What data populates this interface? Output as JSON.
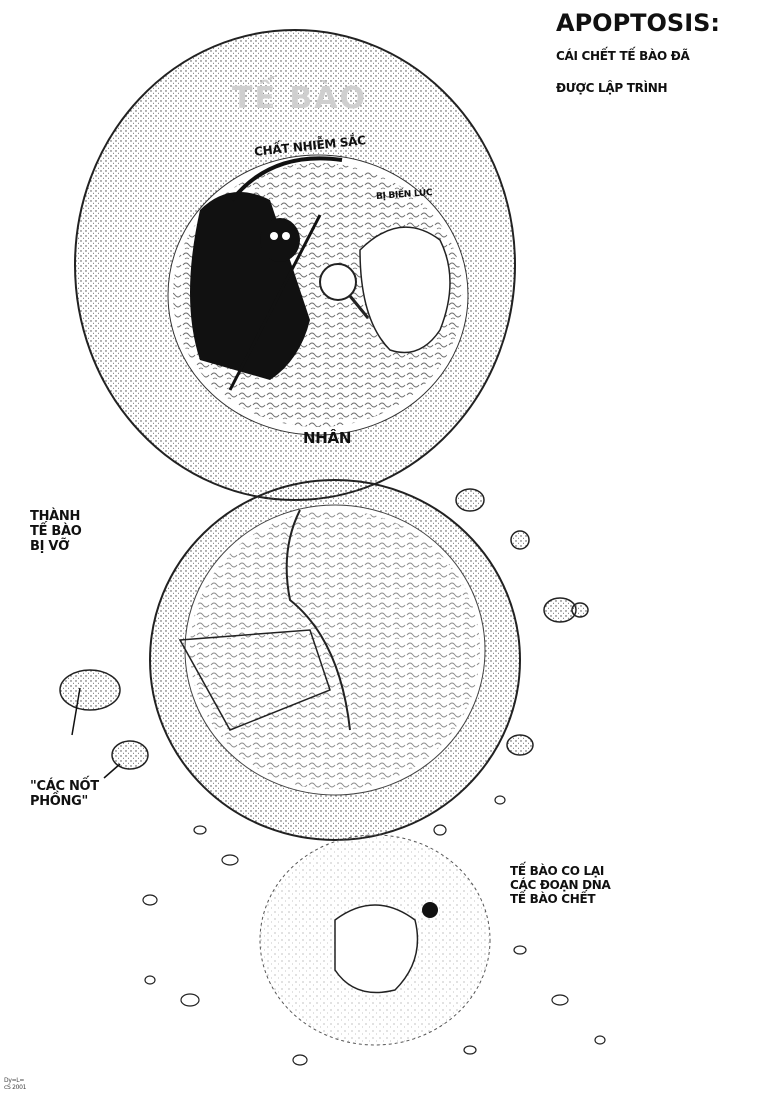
{
  "title": "APOPTOSIS:",
  "subtitle_line1": "CÁI CHẾT TẾ BÀO ĐÃ",
  "subtitle_line2": "ĐƯỢC LẬP TRÌNH",
  "cell_label": "TẾ BÀO",
  "chromatin_label": "CHẤT NHIỄM SẮC",
  "lost_label": "BỊ BIẾN LÚC",
  "nucleus_label": "NHÂN",
  "wall_label_lines": [
    "THÀNH",
    "TẾ BÀO",
    "BỊ VỠ"
  ],
  "blebs_label_lines": [
    "\"CÁC NỐT",
    "PHỒNG\""
  ],
  "shrink_label_lines": [
    "TẾ BÀO CO LẠI",
    "CÁC ĐOẠN DNA",
    "TẾ BÀO CHẾT"
  ],
  "credit_lines": [
    "Dy=L=",
    "cS 2001"
  ],
  "colors": {
    "ink": "#111111",
    "stipple": "#4a4a4a",
    "paper": "#ffffff",
    "faint": "#cfcfcf"
  }
}
